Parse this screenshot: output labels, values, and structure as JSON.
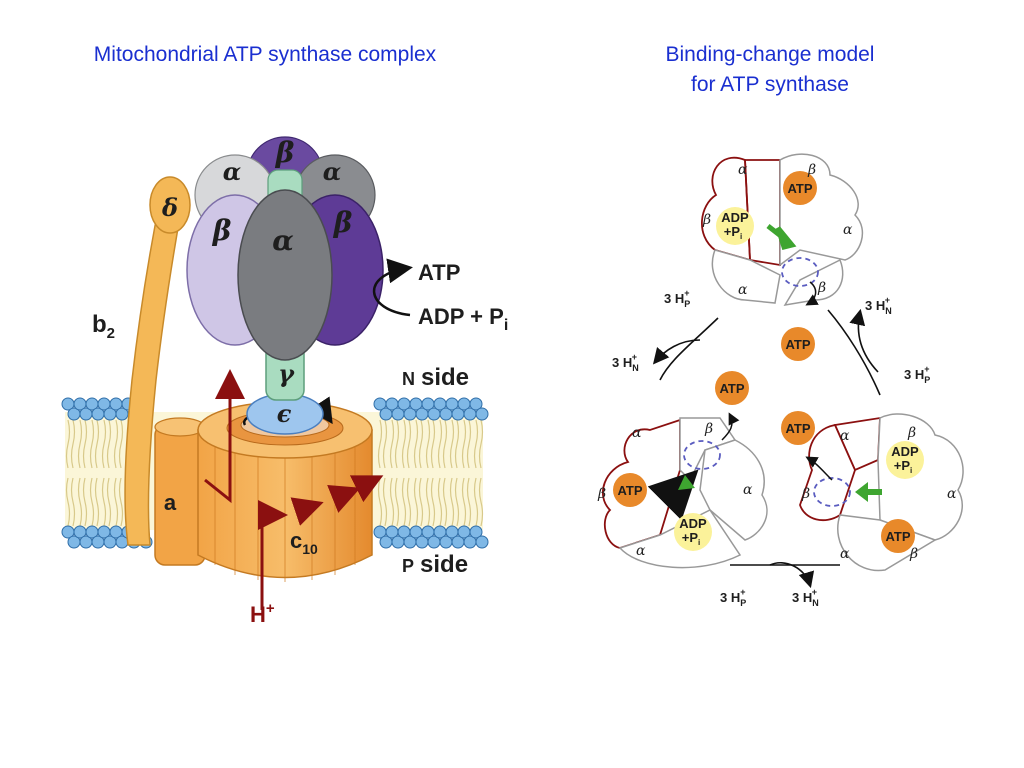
{
  "titles": {
    "left": "Mitochondrial ATP synthase complex",
    "right_line1": "Binding-change model",
    "right_line2": "for ATP synthase"
  },
  "left_figure": {
    "subunits": {
      "beta_top": "β",
      "alpha_left": "α",
      "alpha_right": "α",
      "beta_left": "β",
      "alpha_front": "α",
      "beta_right": "β",
      "gamma": "γ",
      "epsilon": "ϵ",
      "delta": "δ",
      "b": "b",
      "b_sub": "2",
      "a": "a",
      "c": "c",
      "c_sub": "10"
    },
    "reaction": {
      "product": "ATP",
      "substrates": "ADP + P",
      "substrates_sub": "i"
    },
    "sides": {
      "n_letter": "N",
      "n_word": "side",
      "p_letter": "P",
      "p_word": "side"
    },
    "proton": {
      "h": "H",
      "charge": "+"
    }
  },
  "right_figure": {
    "alpha": "α",
    "beta": "β",
    "atp": "ATP",
    "adp_line1": "ADP",
    "adp_line2": "+P",
    "adp_sub": "i",
    "proton_prefix": "3 H",
    "p_sub": "P",
    "n_sub": "N",
    "plus": "+"
  },
  "colors": {
    "title": "#1a2fd0",
    "beta_light": "#cfc6e6",
    "beta_dark": "#5a3b92",
    "alpha_gray": "#7d7f82",
    "membrane_orange": "#f0a040",
    "proton_arrow": "#8b1010",
    "atp_circle": "#e8892a",
    "adp_circle": "#fbf29a",
    "green_arrow": "#3ea530"
  }
}
